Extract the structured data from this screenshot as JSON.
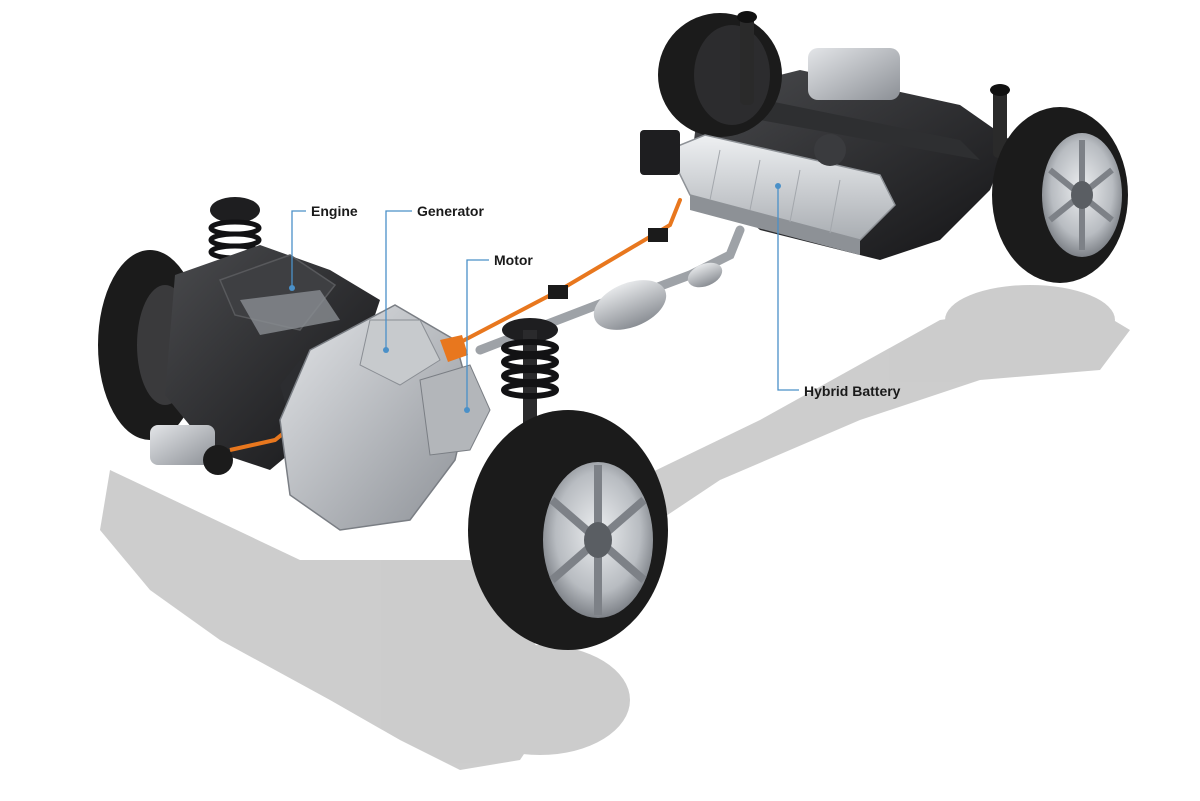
{
  "labels": {
    "engine": "Engine",
    "generator": "Generator",
    "motor": "Motor",
    "hybrid_battery": "Hybrid Battery"
  },
  "colors": {
    "callout_line": "#4a90c8",
    "high_voltage_cable": "#e8771e",
    "tire": "#1b1b1b",
    "rim": "#c9ccd0",
    "shadow": "#bdbdbd",
    "battery_casing": "#d4d7da",
    "engine_block": "#2a2a2c",
    "transaxle": "#b9bcc0"
  },
  "components": [
    "Engine",
    "Generator",
    "Motor",
    "Hybrid Battery"
  ]
}
